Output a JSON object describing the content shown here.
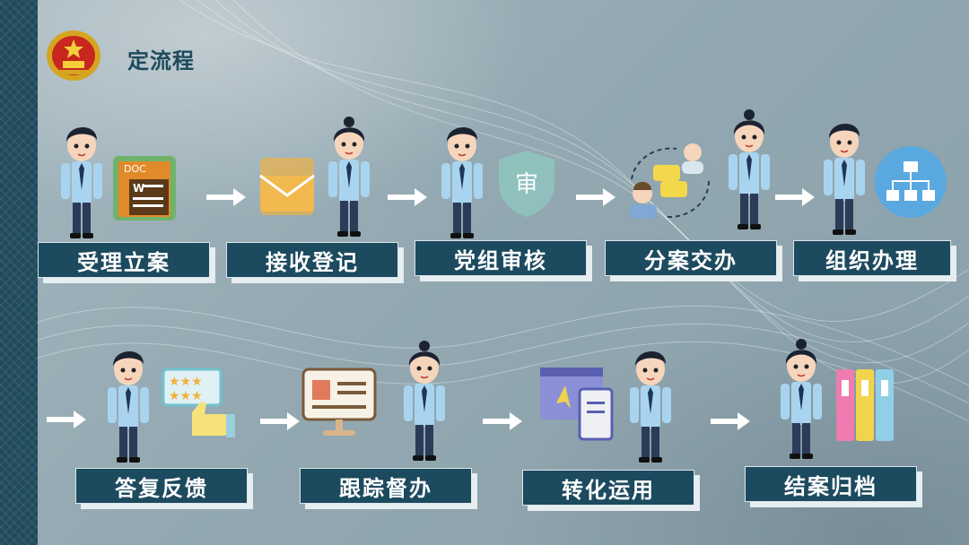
{
  "header": {
    "title": "定流程"
  },
  "steps": [
    {
      "label": "受理立案"
    },
    {
      "label": "接收登记"
    },
    {
      "label": "党组审核"
    },
    {
      "label": "分案交办"
    },
    {
      "label": "组织办理"
    },
    {
      "label": "答复反馈"
    },
    {
      "label": "跟踪督办"
    },
    {
      "label": "转化运用"
    },
    {
      "label": "结案归档"
    }
  ],
  "icons": {
    "doc_text": "DOC",
    "doc_letter": "W",
    "review_char": "审"
  },
  "colors": {
    "label_bg": "#1c4a5e",
    "title": "#1f4a5c",
    "strip": "#1f4a5c"
  }
}
